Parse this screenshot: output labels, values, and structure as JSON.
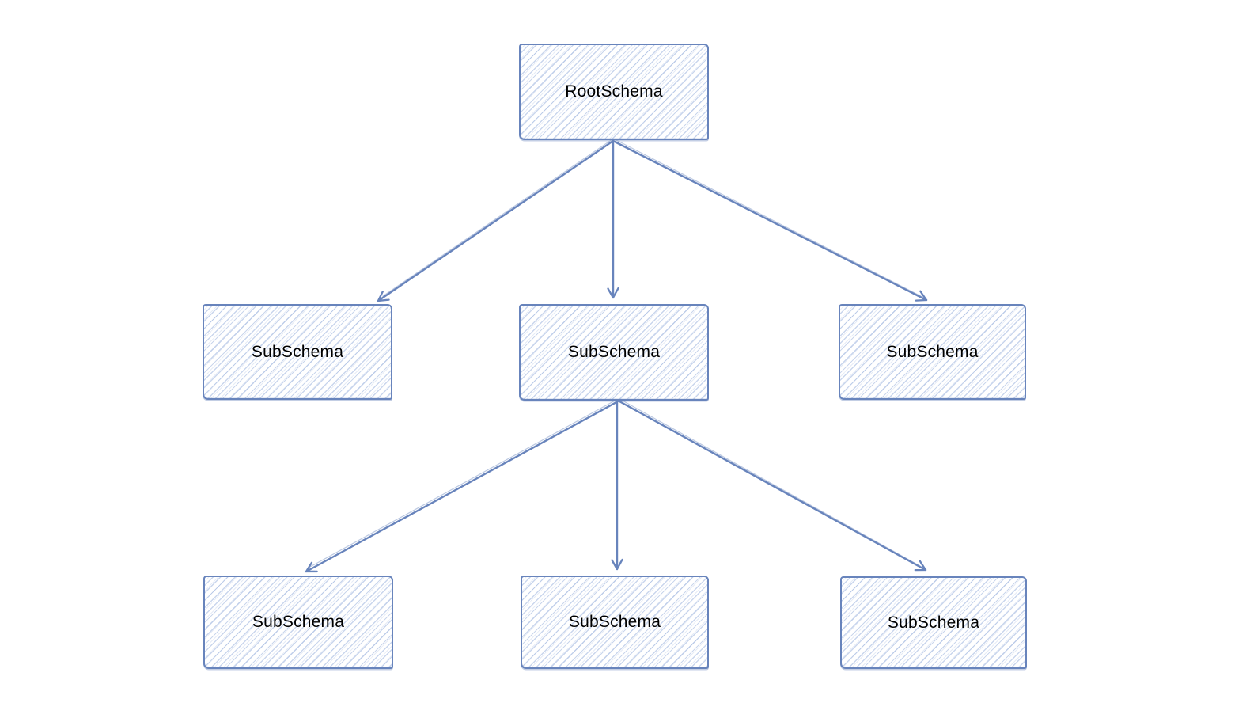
{
  "diagram": {
    "nodes": [
      {
        "id": "root",
        "label": "RootSchema"
      },
      {
        "id": "sub-left",
        "label": "SubSchema"
      },
      {
        "id": "sub-middle",
        "label": "SubSchema"
      },
      {
        "id": "sub-right",
        "label": "SubSchema"
      },
      {
        "id": "child-left",
        "label": "SubSchema"
      },
      {
        "id": "child-middle",
        "label": "SubSchema"
      },
      {
        "id": "child-right",
        "label": "SubSchema"
      }
    ],
    "edges": [
      {
        "from": "root",
        "to": "sub-left"
      },
      {
        "from": "root",
        "to": "sub-middle"
      },
      {
        "from": "root",
        "to": "sub-right"
      },
      {
        "from": "sub-middle",
        "to": "child-left"
      },
      {
        "from": "sub-middle",
        "to": "child-middle"
      },
      {
        "from": "sub-middle",
        "to": "child-right"
      }
    ],
    "colors": {
      "stroke": "#6884bc",
      "hatch_fill": "#c8d7ef",
      "text": "#000000",
      "background": "#ffffff"
    }
  }
}
